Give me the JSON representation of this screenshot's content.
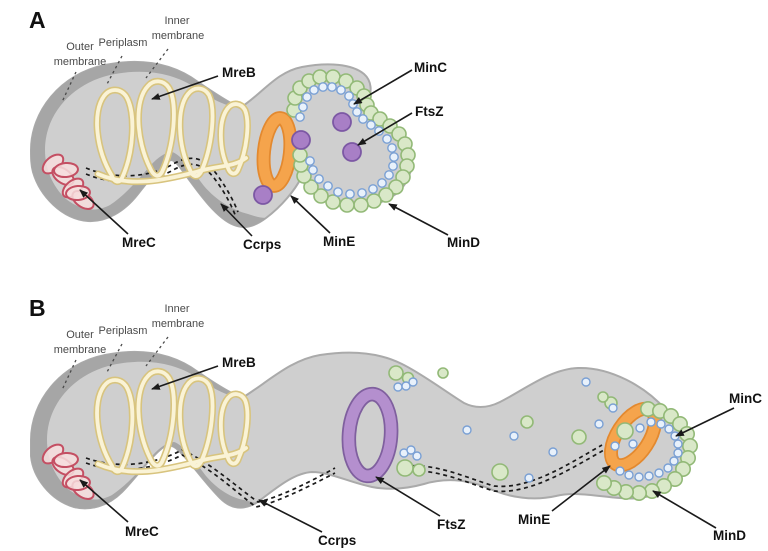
{
  "palette": {
    "background": "#ffffff",
    "cytoplasm": "#cfcfcf",
    "cell_outline": "#aaaaaa",
    "outer_membrane_band": "#a6a6a6",
    "mreb_ribbon_edge": "#d8c47e",
    "mreb_ribbon_fill": "#faf3d6",
    "mrec_stroke": "#c44f63",
    "mrec_fill": "#f7dede",
    "mind_fill": "#d9e8c8",
    "mind_stroke": "#92b977",
    "minc_fill": "#e8f1fb",
    "minc_stroke": "#7aa0d4",
    "mine_band": "#f5a44c",
    "mine_edge": "#e3892f",
    "ftsz_dot_fill": "#a87fc6",
    "ftsz_dot_stroke": "#7c58a4",
    "ftsz_ring_band": "#b48fce",
    "ftsz_ring_edge": "#7f5f9e",
    "label_color": "#111111",
    "membrane_label_color": "#4a4a4a",
    "arrow_color": "#1a1a1a"
  },
  "panels": {
    "A": {
      "letter": "A",
      "membrane_labels": {
        "outer_line1": "Outer",
        "outer_line2": "membrane",
        "periplasm": "Periplasm",
        "inner_line1": "Inner",
        "inner_line2": "membrane"
      },
      "labels": {
        "mreB": "MreB",
        "minC": "MinC",
        "ftsZ": "FtsZ",
        "mreC": "MreC",
        "ccrps": "Ccrps",
        "minE": "MinE",
        "minD": "MinD"
      }
    },
    "B": {
      "letter": "B",
      "membrane_labels": {
        "outer_line1": "Outer",
        "outer_line2": "membrane",
        "periplasm": "Periplasm",
        "inner_line1": "Inner",
        "inner_line2": "membrane"
      },
      "labels": {
        "mreB": "MreB",
        "mreC": "MreC",
        "ccrps": "Ccrps",
        "ftsZ": "FtsZ",
        "minE": "MinE",
        "minC": "MinC",
        "minD": "MinD"
      }
    }
  }
}
